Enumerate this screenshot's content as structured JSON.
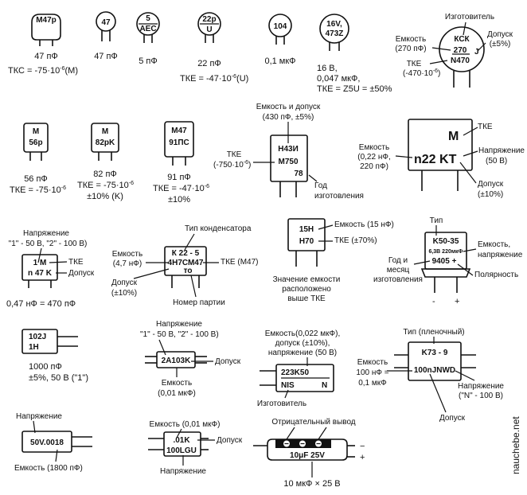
{
  "row1": {
    "c1": {
      "mark": "M47p",
      "cap": "47 пФ",
      "tkc": "ТКС = -75·10",
      "tkc_exp": "-6",
      "tkc_suffix": "(M)"
    },
    "c2": {
      "mark": "47",
      "cap": "47 пФ"
    },
    "c3": {
      "mark1": "5",
      "mark2": "AEC",
      "cap": "5 пФ"
    },
    "c4": {
      "mark1": "22p",
      "mark2": "U",
      "cap": "22 пФ",
      "tke": "ТКЕ = -47·10",
      "tke_exp": "-6",
      "tke_suffix": "(U)"
    },
    "c5": {
      "mark": "104",
      "cap": "0,1 мкФ"
    },
    "c6": {
      "mark1": "16V,",
      "mark2": "473Z",
      "l1": "16 В,",
      "l2": "0,047 мкФ,",
      "l3": "ТКЕ = Z5U = ±50%"
    },
    "c7": {
      "manufacturer": "Изготовитель",
      "mark1": "КСК",
      "mark2": "270",
      "mark3": "J",
      "mark4": "N470",
      "cap1": "Емкость",
      "cap2": "(270 пФ)",
      "tol1": "Допуск",
      "tol2": "(±5%)",
      "tke1": "ТКЕ",
      "tke2": "(-470·10",
      "tke2_exp": "-6",
      "tke2_end": ")"
    }
  },
  "row2": {
    "c1": {
      "mark1": "M",
      "mark2": "56p",
      "cap": "56 пФ",
      "tke": "ТКЕ = -75·10",
      "tke_exp": "-6"
    },
    "c2": {
      "mark1": "M",
      "mark2": "82pK",
      "cap": "82 пФ",
      "tke": "ТКЕ = -75·10",
      "tke_exp": "-6",
      "tol": "±10% (K)"
    },
    "c3": {
      "mark1": "M47",
      "mark2": "91ПС",
      "cap": "91 пФ",
      "tke": "ТКЕ = -47·10",
      "tke_exp": "-6",
      "tol": "±10%"
    },
    "c4": {
      "top1": "Емкость и допуск",
      "top2": "(430 пФ, ±5%)",
      "mark1": "Н43И",
      "mark2": "M750",
      "mark3": "78",
      "tke1": "ТКЕ",
      "tke2": "(-750·10",
      "tke2_exp": "-6",
      "tke2_end": ")",
      "year1": "Год",
      "year2": "изготовления"
    },
    "c5": {
      "mark1": "M",
      "mark2": "n22 KT",
      "tke": "ТКЕ",
      "cap1": "Емкость",
      "cap2": "(0,22 нФ,",
      "cap3": "220 пФ)",
      "volt1": "Напряжение",
      "volt2": "(50 В)",
      "tol1": "Допуск",
      "tol2": "(±10%)"
    }
  },
  "row3": {
    "c1": {
      "v1": "Напряжение",
      "v2": "\"1\" - 50 В, \"2\" - 100 В)",
      "mark1": "1 M",
      "mark2": "n 47 K",
      "tke": "ТКЕ",
      "tol": "Допуск",
      "bottom": "0,47 нФ = 470 пФ"
    },
    "c2": {
      "type": "Тип конденсатора",
      "mark1": "К 22 - 5",
      "mark2": "4Н7СМ47",
      "mark3": "то",
      "cap1": "Емкость",
      "cap2": "(4,7 нФ)",
      "tke": "ТКЕ (M47)",
      "tol1": "Допуск",
      "tol2": "(±10%)",
      "batch": "Номер партии"
    },
    "c3": {
      "mark1": "15H",
      "mark2": "H70",
      "cap": "Емкость (15 нФ)",
      "tke": "ТКЕ (±70%)",
      "n1": "Значение емкости",
      "n2": "расположено",
      "n3": "выше ТКЕ"
    },
    "c4": {
      "type": "Тип",
      "mark1": "K50-35",
      "mark2": "6,3В 220мкФ",
      "mark3": "9405 +",
      "cv1": "Емкость,",
      "cv2": "напряжение",
      "y1": "Год и",
      "y2": "месяц",
      "y3": "изготовления",
      "pol": "Полярность",
      "minus": "-",
      "plus": "+"
    }
  },
  "row4": {
    "c1": {
      "mark1": "102J",
      "mark2": "1H",
      "l1": "1000 пФ",
      "l2": "±5%, 50 В (\"1\")"
    },
    "c2": {
      "v1": "Напряжение",
      "v2": "\"1\" - 50 В, \"2\" - 100 В)",
      "mark": "2A103K",
      "tol": "Допуск",
      "cap1": "Емкость",
      "cap2": "(0,01 мкФ)"
    },
    "c3": {
      "t1": "Емкость(0,022 мкФ),",
      "t2": "допуск (±10%),",
      "t3": "напряжение (50 В)",
      "mark1": "223K50",
      "mark2": "NIS",
      "mark3": "N",
      "man": "Изготовитель"
    },
    "c4": {
      "type": "Тип (пленочный)",
      "mark1": "K73 - 9",
      "mark2": "100nJNWD",
      "cap1": "Емкость",
      "cap2": "100 нФ =",
      "cap3": "0,1 мкФ",
      "volt1": "Напряжение",
      "volt2": "(\"N\" - 100 В)",
      "tol": "Допуск"
    }
  },
  "row5": {
    "c1": {
      "volt": "Напряжение",
      "mark": "50V.0018",
      "cap": "Емкость (1800 пФ)"
    },
    "c2": {
      "cap": "Емкость (0,01 мкФ)",
      "mark1": ".01K",
      "mark2": "100LGU",
      "tol": "Допуск",
      "volt": "Напряжение"
    },
    "c3": {
      "neg": "Отрицательный вывод",
      "mark": "10μF 25V",
      "minus": "−",
      "plus": "+",
      "bottom": "10 мкФ × 25 В"
    }
  },
  "watermark": "nauchebe.net"
}
